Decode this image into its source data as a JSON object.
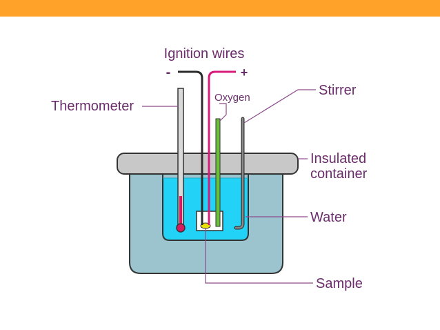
{
  "colors": {
    "banner": "#FFA229",
    "label_text": "#6B2C6B",
    "leader_line": "#8B4A8B",
    "lid": "#C8C8C8",
    "outer_container": "#9CC4CE",
    "water": "#22D3F7",
    "wire_negative": "#2B2B2B",
    "wire_positive": "#D81B7A",
    "oxygen_tube": "#6BBF3A",
    "thermometer_bulb": "#D81B60",
    "sample": "#E8E20A",
    "stroke": "#333333"
  },
  "labels": {
    "ignition_wires": "Ignition wires",
    "minus": "-",
    "plus": "+",
    "oxygen": "Oxygen",
    "thermometer": "Thermometer",
    "stirrer": "Stirrer",
    "insulated_line1": "Insulated",
    "insulated_line2": "container",
    "water": "Water",
    "sample": "Sample"
  }
}
